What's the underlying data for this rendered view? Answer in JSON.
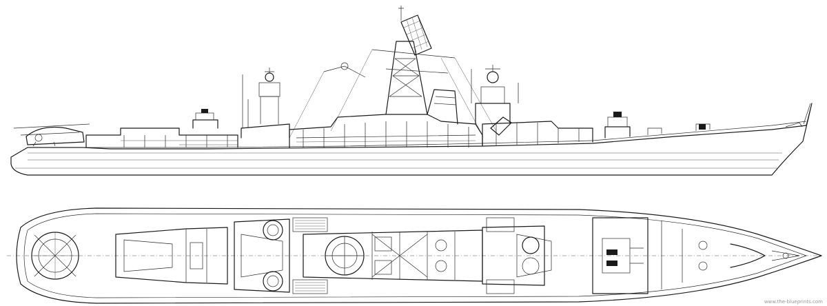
{
  "views": {
    "side": {
      "name": "side-profile-view"
    },
    "top": {
      "name": "top-plan-view"
    }
  },
  "watermark": "www.the-blueprints.com"
}
